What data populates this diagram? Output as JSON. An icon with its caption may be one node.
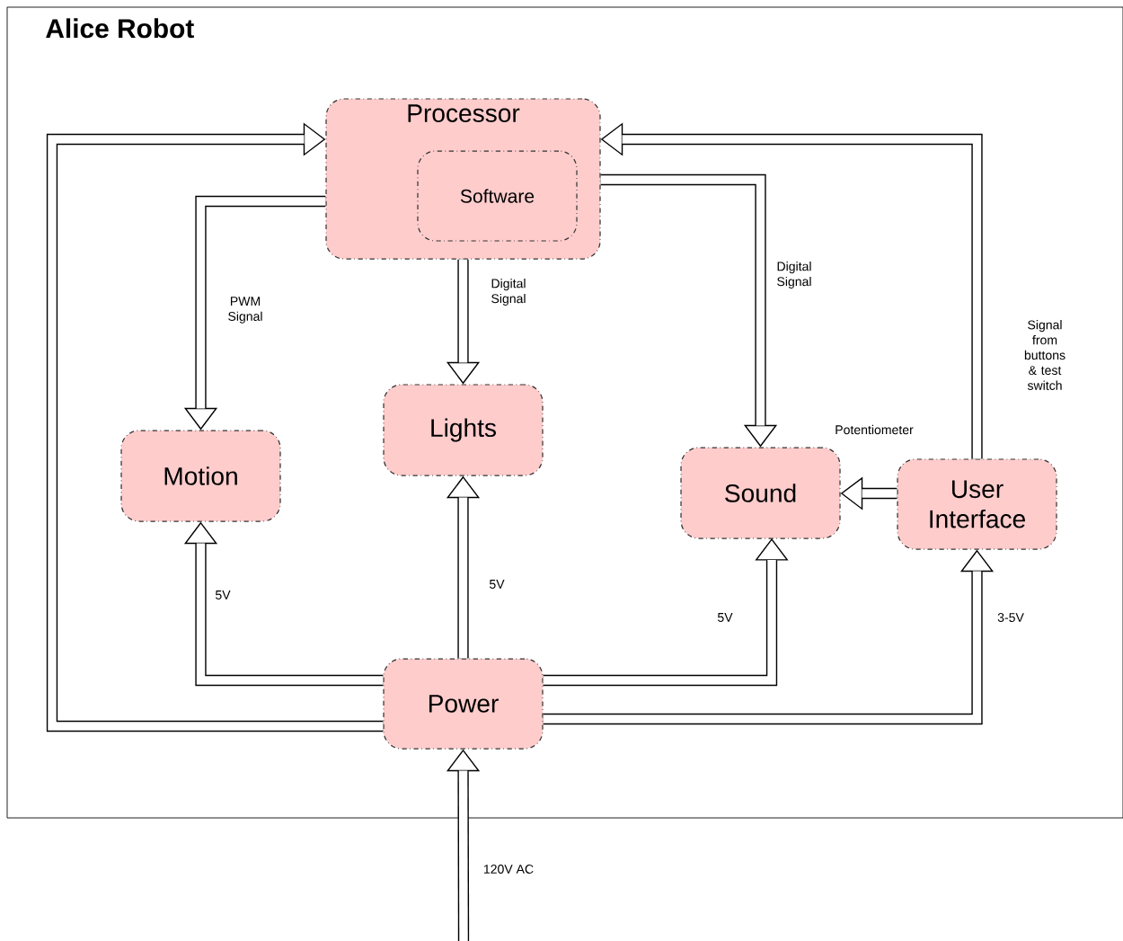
{
  "diagram": {
    "nodes": [
      {
        "text": [
          "Alice Robot"
        ]
      },
      {
        "text": [
          "Processor"
        ],
        "in": 0
      },
      {
        "text": [
          "Software"
        ],
        "in": 1
      },
      {
        "text": [
          "Motion"
        ],
        "in": 0
      },
      {
        "text": [
          "Lights"
        ],
        "in": 0
      },
      {
        "text": [
          "Sound"
        ],
        "in": 0
      },
      {
        "text": [
          "User Interface"
        ],
        "in": 0
      },
      {
        "text": [
          "Power"
        ],
        "in": 0
      }
    ],
    "edges": [
      {
        "from": 1,
        "to": 3,
        "arrow": "to",
        "label": "PWM Signal"
      },
      {
        "from": 1,
        "to": 4,
        "arrow": "to",
        "label": "Digital Signal"
      },
      {
        "from": 1,
        "to": 5,
        "arrow": "to",
        "label": "Digital Signal"
      },
      {
        "from": 6,
        "to": 1,
        "arrow": "to",
        "label": "Signal from buttons & test switch"
      },
      {
        "from": 6,
        "to": 5,
        "arrow": "to",
        "label": "Potentiometer"
      },
      {
        "from": 7,
        "to": 3,
        "arrow": "to",
        "label": "5V"
      },
      {
        "from": 7,
        "to": 4,
        "arrow": "to",
        "label": "5V"
      },
      {
        "from": 7,
        "to": 5,
        "arrow": "to",
        "label": "5V"
      },
      {
        "from": 7,
        "to": 6,
        "arrow": "to",
        "label": "3-5V"
      },
      {
        "from": 7,
        "to": 1,
        "arrow": "to"
      },
      {
        "from": null,
        "to": 7,
        "arrow": "to",
        "label": "120V AC"
      }
    ]
  }
}
